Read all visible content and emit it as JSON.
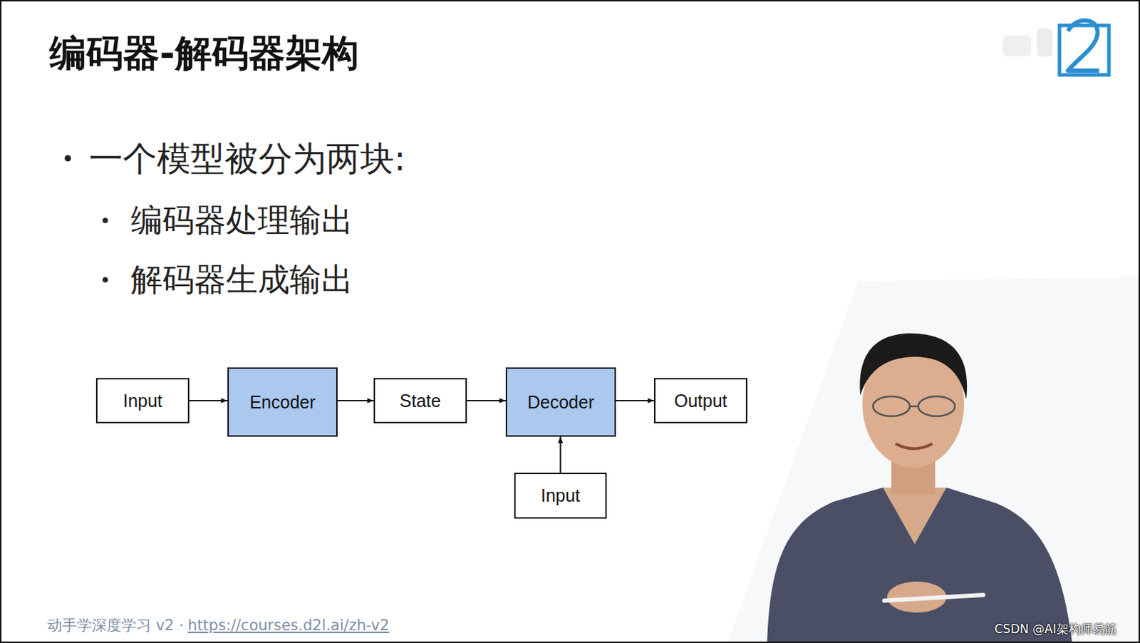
{
  "diagram": {
    "title": "编码器-解码器架构",
    "nodes": [
      {
        "text": [
          "Input"
        ]
      },
      {
        "text": [
          "Encoder"
        ]
      },
      {
        "text": [
          "State"
        ]
      },
      {
        "text": [
          "Decoder"
        ]
      },
      {
        "text": [
          "Output"
        ]
      },
      {
        "text": [
          "Input"
        ]
      }
    ],
    "edges": [
      {
        "from": 0,
        "to": 1,
        "arrow": "to"
      },
      {
        "from": 1,
        "to": 2,
        "arrow": "to"
      },
      {
        "from": 2,
        "to": 3,
        "arrow": "to"
      },
      {
        "from": 3,
        "to": 4,
        "arrow": "to"
      },
      {
        "from": 5,
        "to": 3,
        "arrow": "to"
      }
    ],
    "labels": [
      "一个模型被分为两块:",
      "编码器处理输出",
      "解码器生成输出",
      "动手学深度学习 v2 ·",
      "https://courses.d2l.ai/zh-v2",
      "CSDN @AI架构师易筋"
    ]
  }
}
